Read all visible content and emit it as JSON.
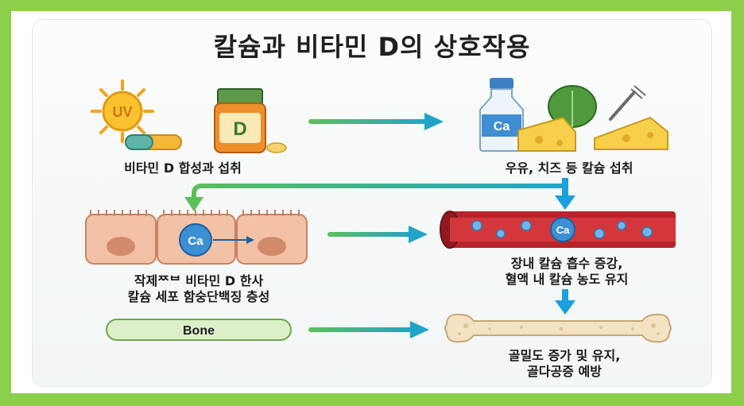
{
  "title": "칼슘과 비타민 D의 상호작용",
  "icons": {
    "sun_text": "UV",
    "vitamin_bottle_text": "D",
    "milk_text": "Ca",
    "cell_ca_text": "Ca",
    "blood_ca_text": "Ca",
    "bone_tag_text": "Bone"
  },
  "labels": {
    "vitd_intake": "비타민 D 합성과 섭취",
    "dairy_intake": "우유, 치즈 등 칼슘 섭취",
    "cell_line1": "작제ᄍᄇ 비타민 D 한사",
    "cell_line2": "칼슘 세포 함숭단백징 층성",
    "absorb_line1": "장내 칼슘 흡수 증강,",
    "absorb_line2": "혈액 내 칼슘 농도 유지",
    "bone_line1": "골밀도 증가 및 유지,",
    "bone_line2": "골다공증 예방"
  },
  "colors": {
    "border_green": "#8ccf4b",
    "arrow_green": "#4cb86a",
    "arrow_blue": "#1aa0dc",
    "sun": "#f6b21c",
    "vessel_red": "#c0272d",
    "cell": "#f0b9a0"
  }
}
